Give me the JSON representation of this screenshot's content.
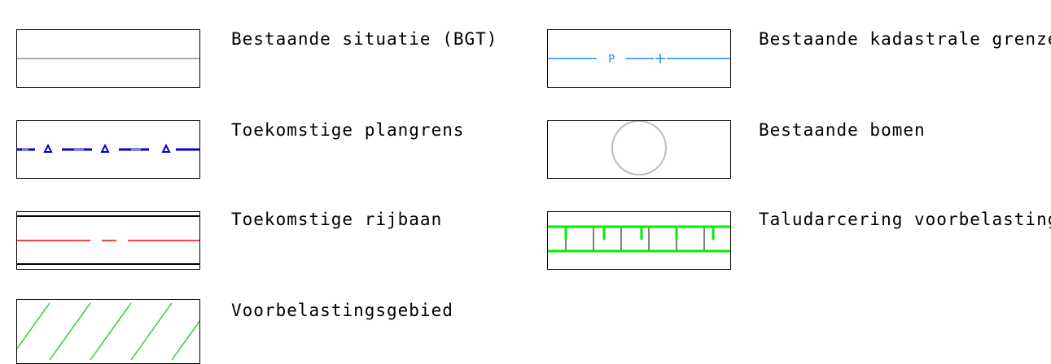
{
  "legend": {
    "items": [
      {
        "id": "bgt",
        "label": "Bestaande situatie (BGT)"
      },
      {
        "id": "plangrens",
        "label": "Toekomstige plangrens"
      },
      {
        "id": "rijbaan",
        "label": "Toekomstige rijbaan"
      },
      {
        "id": "voorbelasting",
        "label": "Voorbelastingsgebied"
      },
      {
        "id": "kadaster",
        "label": "Bestaande kadastrale grenzen",
        "marker_text": "P"
      },
      {
        "id": "bomen",
        "label": "Bestaande bomen"
      },
      {
        "id": "taludarcering",
        "label": "Taludarcering voorbelasting"
      }
    ]
  },
  "colors": {
    "bgt_line": "#aaaaaa",
    "plangrens": "#0000cc",
    "rijbaan_axis": "#ff0000",
    "hatch": "#33cc33",
    "kadaster": "#1a88ff",
    "tree": "#bbbbbb",
    "talud": "#00ee00"
  }
}
